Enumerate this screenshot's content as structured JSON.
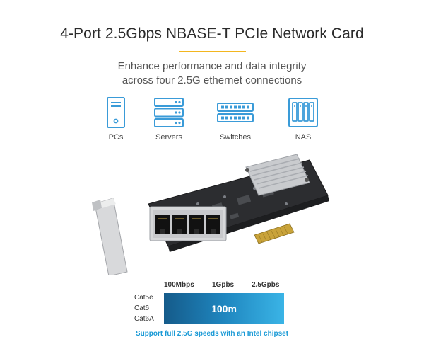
{
  "header": {
    "title": "4-Port 2.5Gbps NBASE-T PCIe Network Card",
    "subtitle_line1": "Enhance performance and data integrity",
    "subtitle_line2": "across four 2.5G ethernet connections",
    "accent_color": "#f3b61f"
  },
  "devices": [
    {
      "label": "PCs",
      "icon": "pc-tower-icon"
    },
    {
      "label": "Servers",
      "icon": "server-rack-icon"
    },
    {
      "label": "Switches",
      "icon": "network-switch-icon"
    },
    {
      "label": "NAS",
      "icon": "nas-icon"
    }
  ],
  "icon_color": "#3a9bd8",
  "speed_table": {
    "speeds": [
      "100Mbps",
      "1Gpbs",
      "2.5Gpbs"
    ],
    "cables": [
      "Cat5e",
      "Cat6",
      "Cat6A"
    ],
    "distance": "100m",
    "bar_colors": [
      "#155b8a",
      "#3ab4e6"
    ]
  },
  "note": "Support full 2.5G speeds with an Intel chipset"
}
